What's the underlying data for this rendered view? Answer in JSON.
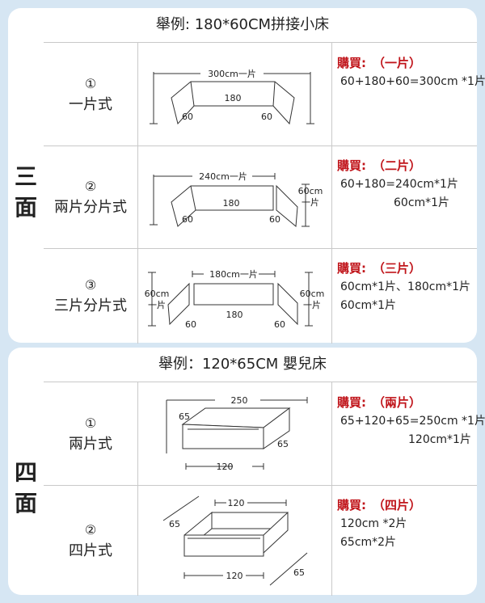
{
  "panel1": {
    "title": "舉例: 180*60CM拼接小床",
    "side_chars": [
      "三",
      "面"
    ],
    "rows": [
      {
        "num": "①",
        "name": "一片式",
        "buy_label": "購買:",
        "buy_qty": "（一片）",
        "lines": [
          "60+180+60=300cm *1片"
        ],
        "dims": {
          "top": "300cm一片",
          "middle": "180",
          "left": "60",
          "right": "60"
        }
      },
      {
        "num": "②",
        "name": "兩片分片式",
        "buy_label": "購買:",
        "buy_qty": "（二片）",
        "lines": [
          "60+180=240cm*1片",
          "60cm*1片"
        ],
        "dims": {
          "top": "240cm一片",
          "middle": "180",
          "left": "60",
          "right": "60",
          "side_a": "60cm",
          "side_b": "一片"
        }
      },
      {
        "num": "③",
        "name": "三片分片式",
        "buy_label": "購買:",
        "buy_qty": "（三片）",
        "lines": [
          "60cm*1片、180cm*1片",
          "60cm*1片"
        ],
        "dims": {
          "top": "180cm一片",
          "middle": "180",
          "left": "60",
          "right": "60",
          "la": "60cm",
          "lb": "一片",
          "ra": "60cm",
          "rb": "一片"
        }
      }
    ]
  },
  "panel2": {
    "title": "舉例：120*65CM 嬰兒床",
    "side_chars": [
      "四",
      "面"
    ],
    "rows": [
      {
        "num": "①",
        "name": "兩片式",
        "buy_label": "購買:",
        "buy_qty": "（兩片）",
        "lines": [
          "65+120+65=250cm *1片",
          "120cm*1片"
        ],
        "dims": {
          "top": "250",
          "left": "65",
          "right": "65",
          "bottom": "120"
        }
      },
      {
        "num": "②",
        "name": "四片式",
        "buy_label": "購買:",
        "buy_qty": "（四片）",
        "lines": [
          "120cm *2片",
          "65cm*2片"
        ],
        "dims": {
          "top": "120",
          "left": "65",
          "right": "65",
          "bottom": "120"
        }
      }
    ]
  }
}
